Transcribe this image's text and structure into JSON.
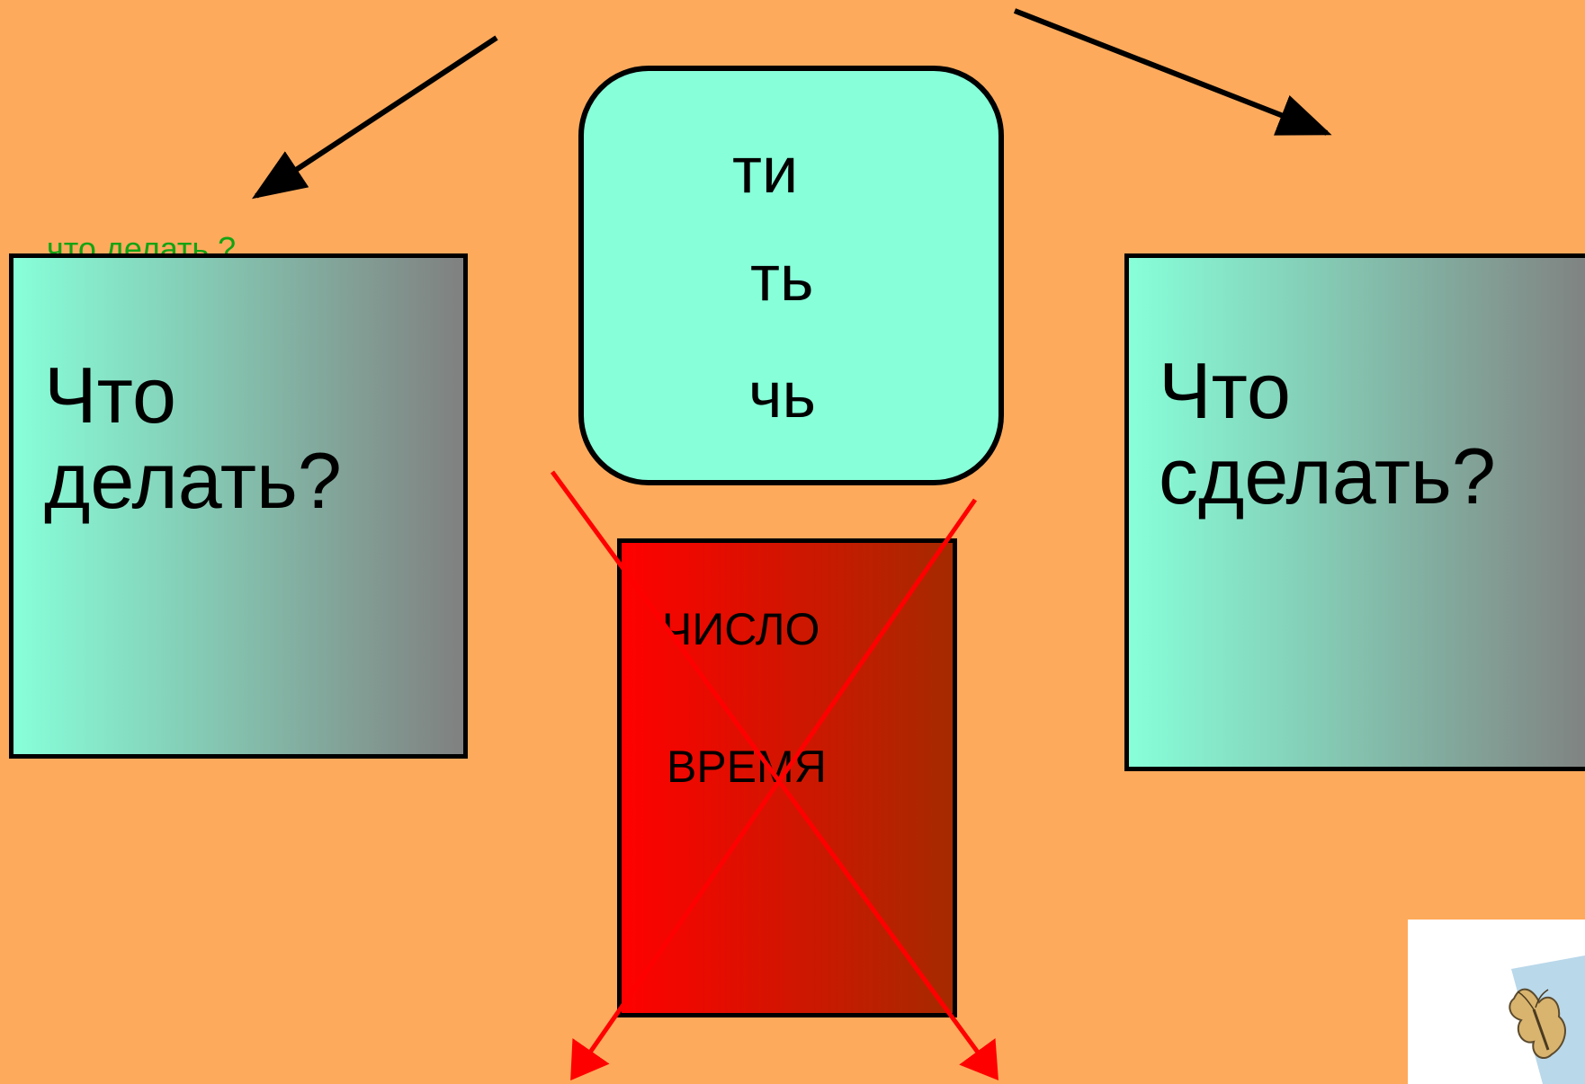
{
  "nodes": {
    "note": "что делать ?",
    "left": {
      "line1": "Что",
      "line2": "делать?"
    },
    "right": {
      "line1": "Что",
      "line2": "сделать?"
    },
    "suffixes": [
      "ти",
      "ть",
      "чь"
    ],
    "crossed": [
      "ЧИСЛО",
      "ВРЕМЯ"
    ]
  },
  "colors": {
    "background": "#FEAA5C",
    "card_gradient": [
      "#87FFD9",
      "#808080"
    ],
    "suffix_box": "#87FFD9",
    "crossed_gradient": [
      "#FF0000",
      "#A52A00"
    ],
    "cross_lines": "#FF0000",
    "note_text": "#13A313",
    "arrows": "#000000"
  },
  "icons": {
    "corner_picture": "butterfly-icon"
  }
}
